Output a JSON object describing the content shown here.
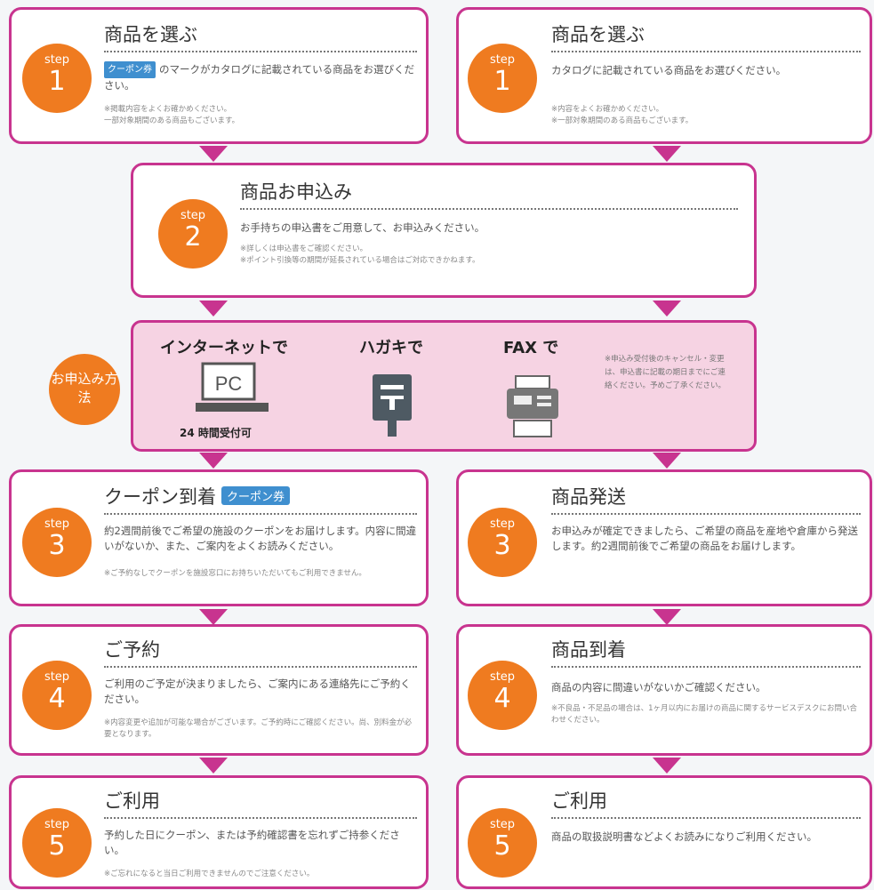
{
  "left": {
    "s1": {
      "label": "step",
      "num": "1",
      "title": "商品を選ぶ",
      "badge": "クーポン券",
      "text": "のマークがカタログに記載されている商品をお選びください。",
      "note": "※掲載内容をよくお確かめください。\n一部対象期間のある商品もございます。"
    },
    "s3": {
      "label": "step",
      "num": "3",
      "title": "クーポン到着",
      "badge": "クーポン券",
      "text": "約2週間前後でご希望の施設のクーポンをお届けします。内容に間違いがないか、また、ご案内をよくお読みください。",
      "note": "※ご予約なしでクーポンを施設窓口にお持ちいただいてもご利用できません。"
    },
    "s4": {
      "label": "step",
      "num": "4",
      "title": "ご予約",
      "text": "ご利用のご予定が決まりましたら、ご案内にある連絡先にご予約ください。",
      "note": "※内容変更や追加が可能な場合がございます。ご予約時にご確認ください。尚、別料金が必要となります。"
    },
    "s5": {
      "label": "step",
      "num": "5",
      "title": "ご利用",
      "text": "予約した日にクーポン、または予約確認書を忘れずご持参ください。",
      "note": "※ご忘れになると当日ご利用できませんのでご注意ください。"
    }
  },
  "right": {
    "s1": {
      "label": "step",
      "num": "1",
      "title": "商品を選ぶ",
      "text": "カタログに記載されている商品をお選びください。",
      "note": "※内容をよくお確かめください。\n※一部対象期間のある商品もございます。"
    },
    "s3": {
      "label": "step",
      "num": "3",
      "title": "商品発送",
      "text": "お申込みが確定できましたら、ご希望の商品を産地や倉庫から発送します。約2週間前後でご希望の商品をお届けします。"
    },
    "s4": {
      "label": "step",
      "num": "4",
      "title": "商品到着",
      "text": "商品の内容に間違いがないかご確認ください。",
      "note": "※不良品・不足品の場合は、1ヶ月以内にお届けの商品に関するサービスデスクにお問い合わせください。"
    },
    "s5": {
      "label": "step",
      "num": "5",
      "title": "ご利用",
      "text": "商品の取扱説明書などよくお読みになりご利用ください。"
    }
  },
  "step2": {
    "label": "step",
    "num": "2",
    "title": "商品お申込み",
    "text": "お手持ちの申込書をご用意して、お申込みください。",
    "note": "※詳しくは申込書をご確認ください。\n※ポイント引換等の期間が延長されている場合はご対応できかねます。"
  },
  "method": {
    "side_label": "お申込み方法",
    "internet": "インターネットで",
    "pc": "PC",
    "internet_sub": "24 時間受付可",
    "postcard": "ハガキで",
    "fax": "FAX で",
    "note": "※申込み受付後のキャンセル・変更は、申込書に記載の期日までにご連絡ください。予めご了承ください。"
  },
  "colors": {
    "accent": "#c8348f",
    "step": "#ef7b20",
    "method_bg": "#f6d3e3",
    "badge": "#3f8fcf"
  }
}
